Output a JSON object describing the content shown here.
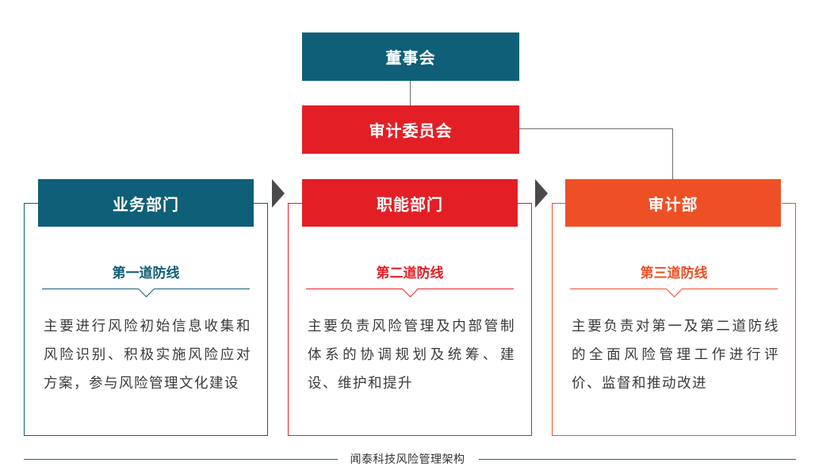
{
  "colors": {
    "teal": "#0f5f78",
    "red": "#e31f26",
    "orange": "#ee5026",
    "arrow": "#4a4a4a",
    "connector": "#6e6e6e"
  },
  "top": {
    "board": "董事会",
    "audit_committee": "审计委员会"
  },
  "columns": [
    {
      "header": "业务部门",
      "subtitle": "第一道防线",
      "body": "主要进行风险初始信息收集和风险识别、积极实施风险应对方案，参与风险管理文化建设"
    },
    {
      "header": "职能部门",
      "subtitle": "第二道防线",
      "body": "主要负责风险管理及内部管制体系的协调规划及统筹、建设、维护和提升"
    },
    {
      "header": "审计部",
      "subtitle": "第三道防线",
      "body": "主要负责对第一及第二道防线的全面风险管理工作进行评价、监督和推动改进"
    }
  ],
  "caption": "闻泰科技风险管理架构"
}
